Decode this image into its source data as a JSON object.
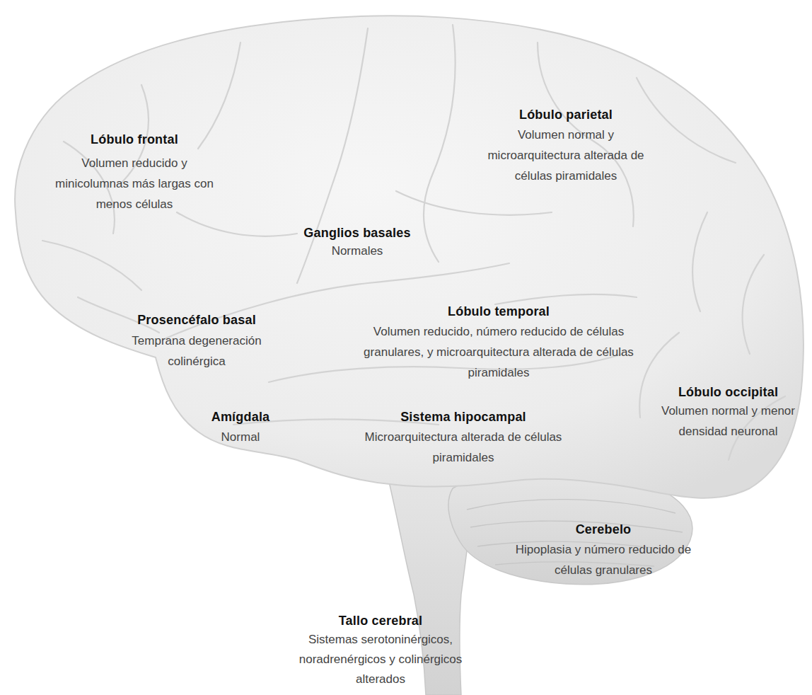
{
  "diagram": {
    "labels": [
      "Lóbulo parietal",
      "Volumen normal y microarquitectura alterada de células piramidales",
      "Lóbulo frontal",
      "Volumen reducido y minicolumnas más largas con menos células",
      "Ganglios basales",
      "Normales",
      "Prosencéfalo basal",
      "Temprana degeneración colinérgica",
      "Lóbulo temporal",
      "Volumen reducido, número reducido de células granulares, y microarquitectura alterada de células piramidales",
      "Amígdala",
      "Normal",
      "Sistema hipocampal",
      "Microarquitectura alterada de células piramidales",
      "Lóbulo occipital",
      "Volumen normal y menor densidad neuronal",
      "Cerebelo",
      "Hipoplasia y número reducido de células granulares",
      "Tallo cerebral",
      "Sistemas serotoninérgicos, noradrenérgicos y colinérgicos alterados"
    ]
  }
}
